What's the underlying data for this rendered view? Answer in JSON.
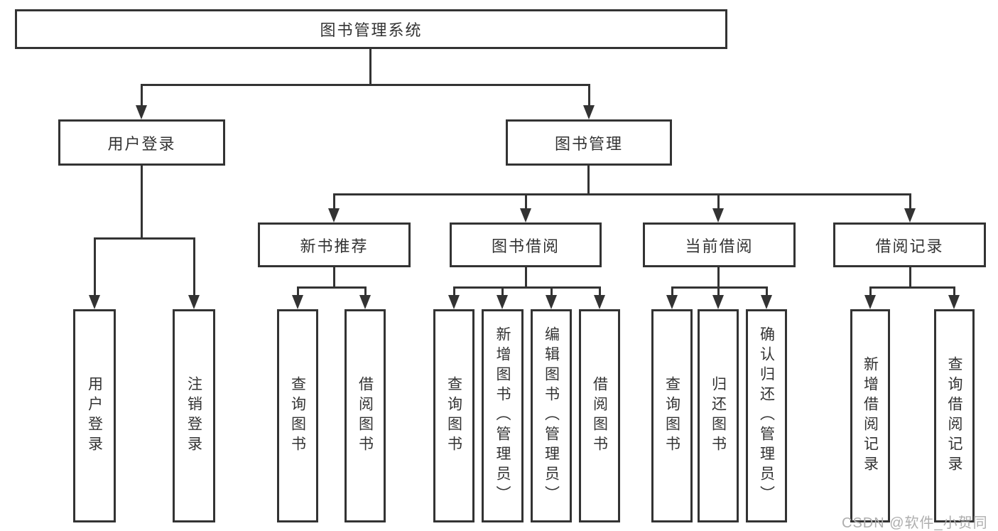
{
  "colors": {
    "background": "#ffffff",
    "line": "#333333",
    "box_border": "#333333",
    "text": "#333333",
    "watermark": "#aeaeae"
  },
  "diagram": {
    "root": {
      "label": "图书管理系统"
    },
    "branches": [
      {
        "label": "用户登录",
        "children": [
          {
            "label": "用户登录"
          },
          {
            "label": "注销登录"
          }
        ]
      },
      {
        "label": "图书管理",
        "children": [
          {
            "label": "新书推荐",
            "children": [
              {
                "label": "查询图书"
              },
              {
                "label": "借阅图书"
              }
            ]
          },
          {
            "label": "图书借阅",
            "children": [
              {
                "label": "查询图书"
              },
              {
                "label": "新增图书（管理员）"
              },
              {
                "label": "编辑图书（管理员）"
              },
              {
                "label": "借阅图书"
              }
            ]
          },
          {
            "label": "当前借阅",
            "children": [
              {
                "label": "查询图书"
              },
              {
                "label": "归还图书"
              },
              {
                "label": "确认归还（管理员）"
              }
            ]
          },
          {
            "label": "借阅记录",
            "children": [
              {
                "label": "新增借阅记录"
              },
              {
                "label": "查询借阅记录"
              }
            ]
          }
        ]
      }
    ]
  },
  "watermark": {
    "text": "CSDN @软件_小贺同学"
  }
}
